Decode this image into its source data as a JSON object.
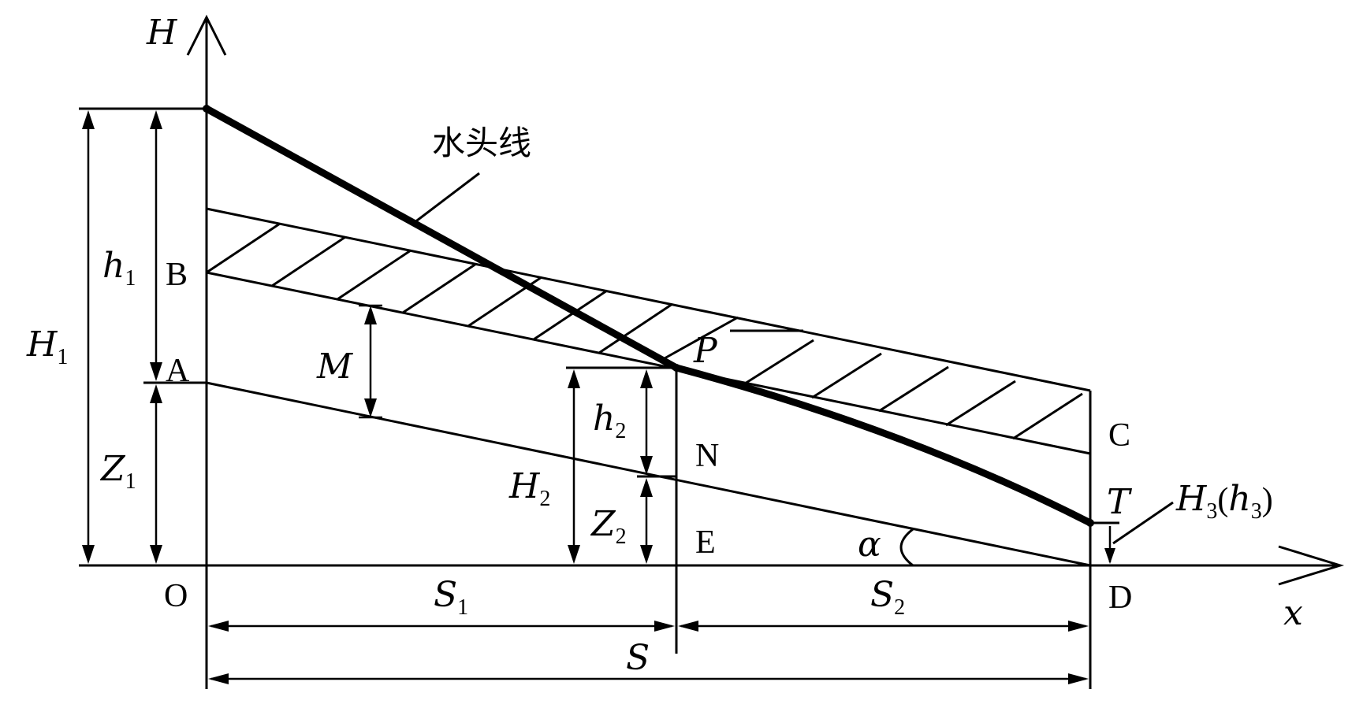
{
  "axes": {
    "y_label": "H",
    "x_label": "x"
  },
  "points": {
    "O": "O",
    "A": "A",
    "B": "B",
    "C": "C",
    "D": "D",
    "E": "E",
    "N": "N",
    "P": "P",
    "T": "T"
  },
  "labels": {
    "water_head_line": "水头线",
    "M": "M",
    "alpha": "α",
    "H1": {
      "main": "H",
      "sub": "1"
    },
    "h1": {
      "main": "h",
      "sub": "1"
    },
    "Z1": {
      "main": "Z",
      "sub": "1"
    },
    "H2": {
      "main": "H",
      "sub": "2"
    },
    "h2": {
      "main": "h",
      "sub": "2"
    },
    "Z2": {
      "main": "Z",
      "sub": "2"
    },
    "S1": {
      "main": "S",
      "sub": "1"
    },
    "S2": {
      "main": "S",
      "sub": "2"
    },
    "S": "S",
    "H3": {
      "main": "H",
      "sub": "3",
      "paren_main": "h",
      "paren_sub": "3"
    }
  }
}
